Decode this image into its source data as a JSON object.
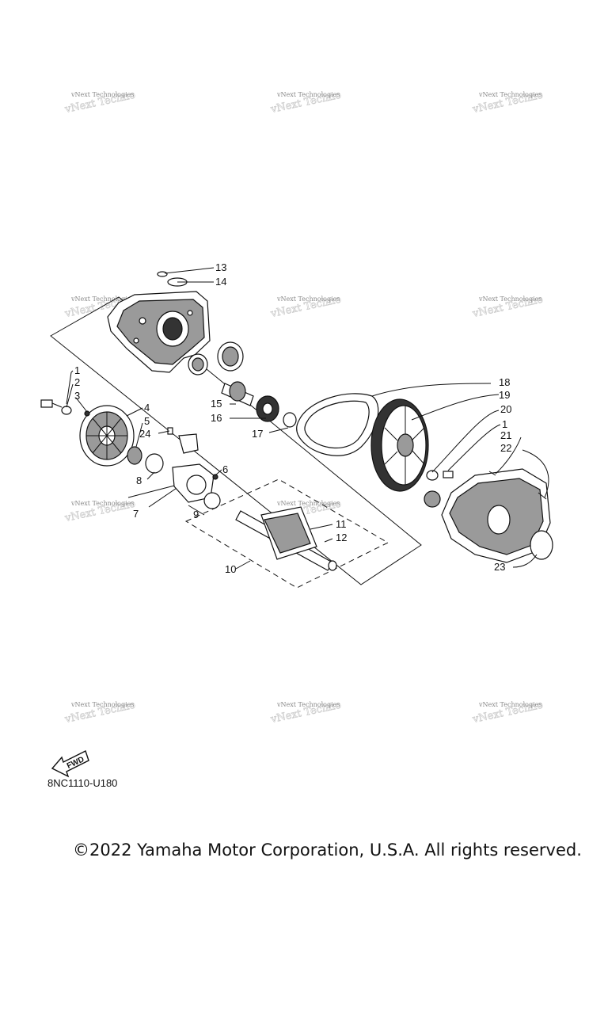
{
  "diagram": {
    "code": "8NC1110-U180",
    "fwd_label": "FWD",
    "copyright": "©2022 Yamaha Motor Corporation, U.S.A. All rights reserved.",
    "watermark_text": "vNext Technologies",
    "callouts": [
      "1",
      "2",
      "3",
      "4",
      "5",
      "24",
      "6",
      "7",
      "8",
      "9",
      "10",
      "11",
      "12",
      "13",
      "14",
      "15",
      "16",
      "17",
      "18",
      "19",
      "20",
      "1",
      "21",
      "22",
      "23"
    ]
  }
}
